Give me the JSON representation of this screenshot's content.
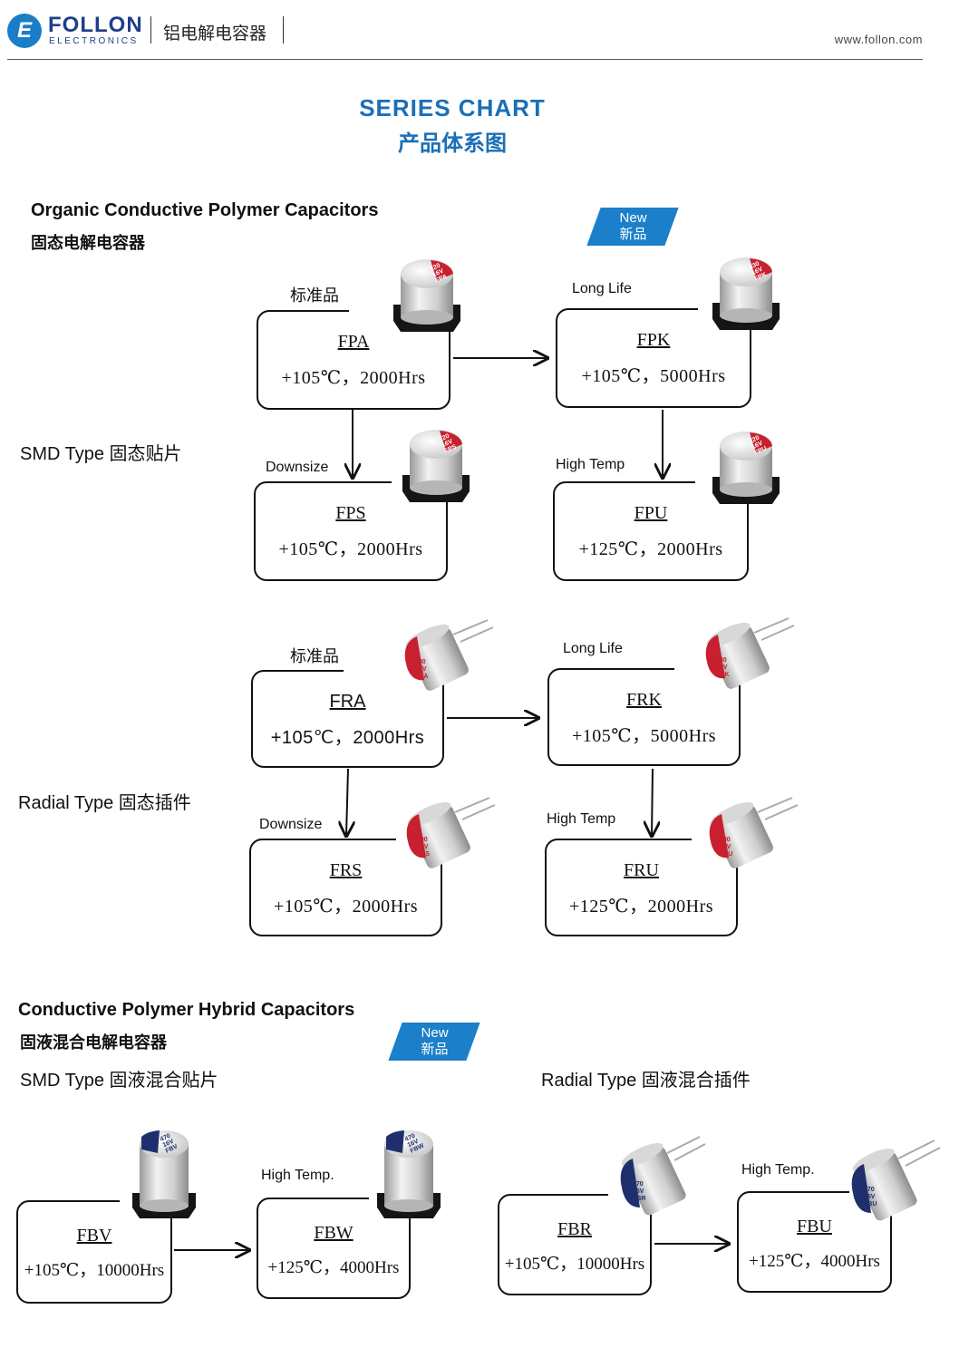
{
  "header": {
    "logo_mark": "E",
    "brand": "FOLLON",
    "brand_sub": "ELECTRONICS",
    "category": "铝电解电容器",
    "website": "www.follon.com"
  },
  "title": {
    "en": "SERIES CHART",
    "cn": "产品体系图"
  },
  "organic": {
    "title_en": "Organic Conductive Polymer Capacitors",
    "title_cn": "固态电解电容器",
    "badge_en": "New",
    "badge_cn": "新品",
    "smd_type": "SMD Type 固态贴片",
    "radial_type": "Radial Type 固态插件",
    "smd": {
      "fpa": {
        "label": "标准品",
        "code": "FPA",
        "spec": "+105℃，2000Hrs",
        "cap_text": [
          "220",
          "16V",
          "FPA"
        ]
      },
      "fpk": {
        "label": "Long Life",
        "code": "FPK",
        "spec": "+105℃，5000Hrs",
        "cap_text": [
          "330",
          "16V",
          "FPK"
        ]
      },
      "fps": {
        "label": "Downsize",
        "code": "FPS",
        "spec": "+105℃，2000Hrs",
        "cap_text": [
          "220",
          "16V",
          "FPS"
        ]
      },
      "fpu": {
        "label": "High Temp",
        "code": "FPU",
        "spec": "+125℃，2000Hrs",
        "cap_text": [
          "220",
          "16V",
          "FPU"
        ]
      }
    },
    "radial": {
      "fra": {
        "label": "标准品",
        "code": "FRA",
        "spec": "+105℃，2000Hrs",
        "cap_text": [
          "330",
          "16V",
          "FRA"
        ]
      },
      "frk": {
        "label": "Long Life",
        "code": "FRK",
        "spec": "+105℃，5000Hrs",
        "cap_text": [
          "330",
          "16V",
          "FRK"
        ]
      },
      "frs": {
        "label": "Downsize",
        "code": "FRS",
        "spec": "+105℃，2000Hrs",
        "cap_text": [
          "330",
          "16V",
          "FRS"
        ]
      },
      "fru": {
        "label": "High Temp",
        "code": "FRU",
        "spec": "+125℃，2000Hrs",
        "cap_text": [
          "330",
          "16V",
          "FRU"
        ]
      }
    }
  },
  "hybrid": {
    "title_en": "Conductive Polymer Hybrid Capacitors",
    "title_cn": "固液混合电解电容器",
    "badge_en": "New",
    "badge_cn": "新品",
    "smd_type": "SMD Type  固液混合贴片",
    "radial_type": "Radial Type 固液混合插件",
    "fbv": {
      "code": "FBV",
      "spec": "+105℃，10000Hrs",
      "cap_text": [
        "470",
        "16V",
        "FBV"
      ]
    },
    "fbw": {
      "label": "High Temp.",
      "code": "FBW",
      "spec": "+125℃，4000Hrs",
      "cap_text": [
        "470",
        "16V",
        "FBW"
      ]
    },
    "fbr": {
      "code": "FBR",
      "spec": "+105℃，10000Hrs",
      "cap_text": [
        "470",
        "16V",
        "FBR"
      ]
    },
    "fbu": {
      "label": "High Temp.",
      "code": "FBU",
      "spec": "+125℃，4000Hrs",
      "cap_text": [
        "470",
        "16V",
        "FBU"
      ]
    }
  },
  "colors": {
    "accent": "#1b7fc9",
    "cap_red": "#c8202e",
    "cap_navy": "#1f2f6e"
  }
}
